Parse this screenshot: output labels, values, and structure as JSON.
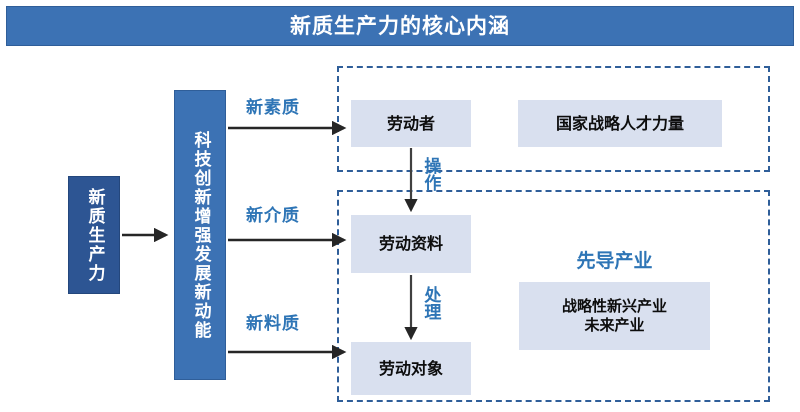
{
  "header": {
    "title": "新质生产力的核心内涵",
    "bar_color": "#3c72b4",
    "text_color": "#ffffff"
  },
  "left_column": {
    "core_box": {
      "label": "新质生产力",
      "fill": "#2d5593",
      "text_color": "#ffffff"
    },
    "driver_box": {
      "label": "科技创新增强发展新动能",
      "fill": "#3c72b4",
      "text_color": "#ffffff"
    }
  },
  "connector_labels": {
    "to_worker": "新素质",
    "to_means": "新介质",
    "to_object": "新料质",
    "worker_to_means": "操作",
    "means_to_object": "处理",
    "color": "#2e75b6"
  },
  "groups": {
    "top": {
      "border_color": "#2f5e99",
      "boxes": [
        {
          "label": "劳动者",
          "fill": "#d9e0ef"
        },
        {
          "label": "国家战略人才力量",
          "fill": "#d9e0ef"
        }
      ]
    },
    "bottom": {
      "border_color": "#2f5e99",
      "boxes": [
        {
          "label": "劳动资料",
          "fill": "#d9e0ef"
        },
        {
          "label": "劳动对象",
          "fill": "#d9e0ef"
        }
      ],
      "pilot": {
        "heading": "先导产业",
        "heading_color": "#2e75b6",
        "box_line_1": "战略性新兴产业",
        "box_line_2": "未来产业",
        "box_fill": "#d9e0ef"
      }
    }
  },
  "arrow_color": "#262626"
}
